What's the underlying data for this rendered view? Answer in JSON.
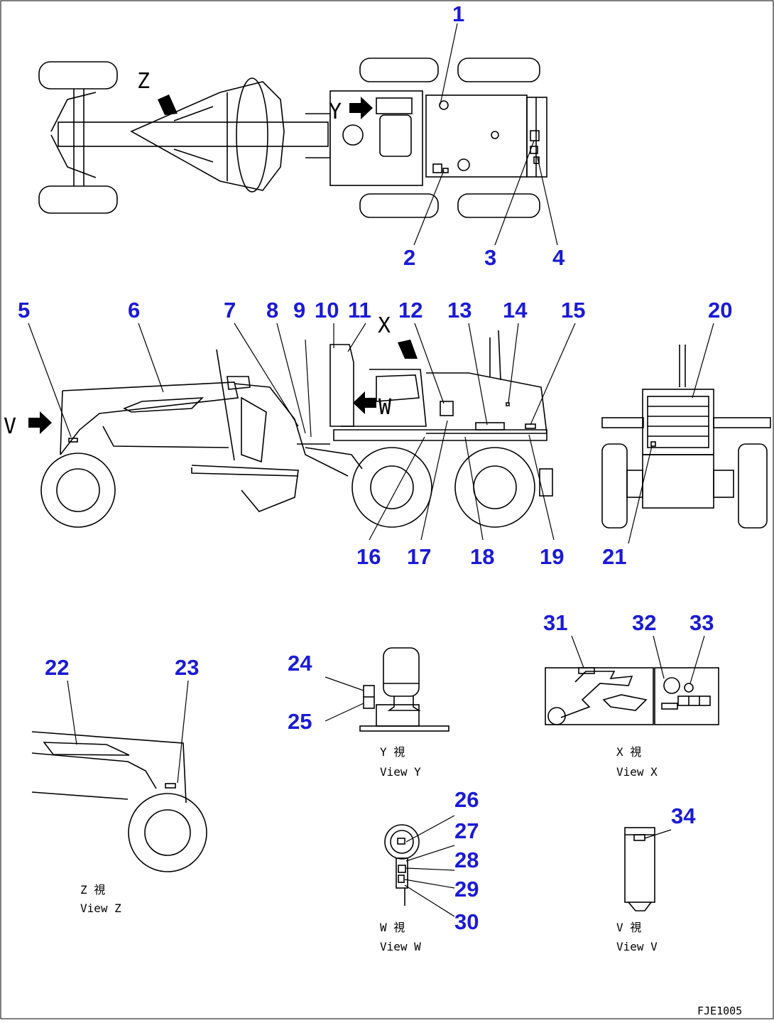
{
  "drawing_code": "FJE1005",
  "callouts": [
    "1",
    "2",
    "3",
    "4",
    "5",
    "6",
    "7",
    "8",
    "9",
    "10",
    "11",
    "12",
    "13",
    "14",
    "15",
    "16",
    "17",
    "18",
    "19",
    "20",
    "21",
    "22",
    "23",
    "24",
    "25",
    "26",
    "27",
    "28",
    "29",
    "30",
    "31",
    "32",
    "33",
    "34"
  ],
  "view_letters": {
    "z": "Z",
    "y": "Y",
    "x": "X",
    "w": "W",
    "v": "V"
  },
  "views": {
    "z": {
      "jp": "Z  視",
      "en": "View Z"
    },
    "y": {
      "jp": "Y  視",
      "en": "View Y"
    },
    "x": {
      "jp": "X  視",
      "en": "View X"
    },
    "w": {
      "jp": "W  視",
      "en": "View W"
    },
    "v": {
      "jp": "V  視",
      "en": "View V"
    }
  },
  "colors": {
    "callout": "#1a1ad8",
    "line": "#000000",
    "background": "#ffffff"
  }
}
